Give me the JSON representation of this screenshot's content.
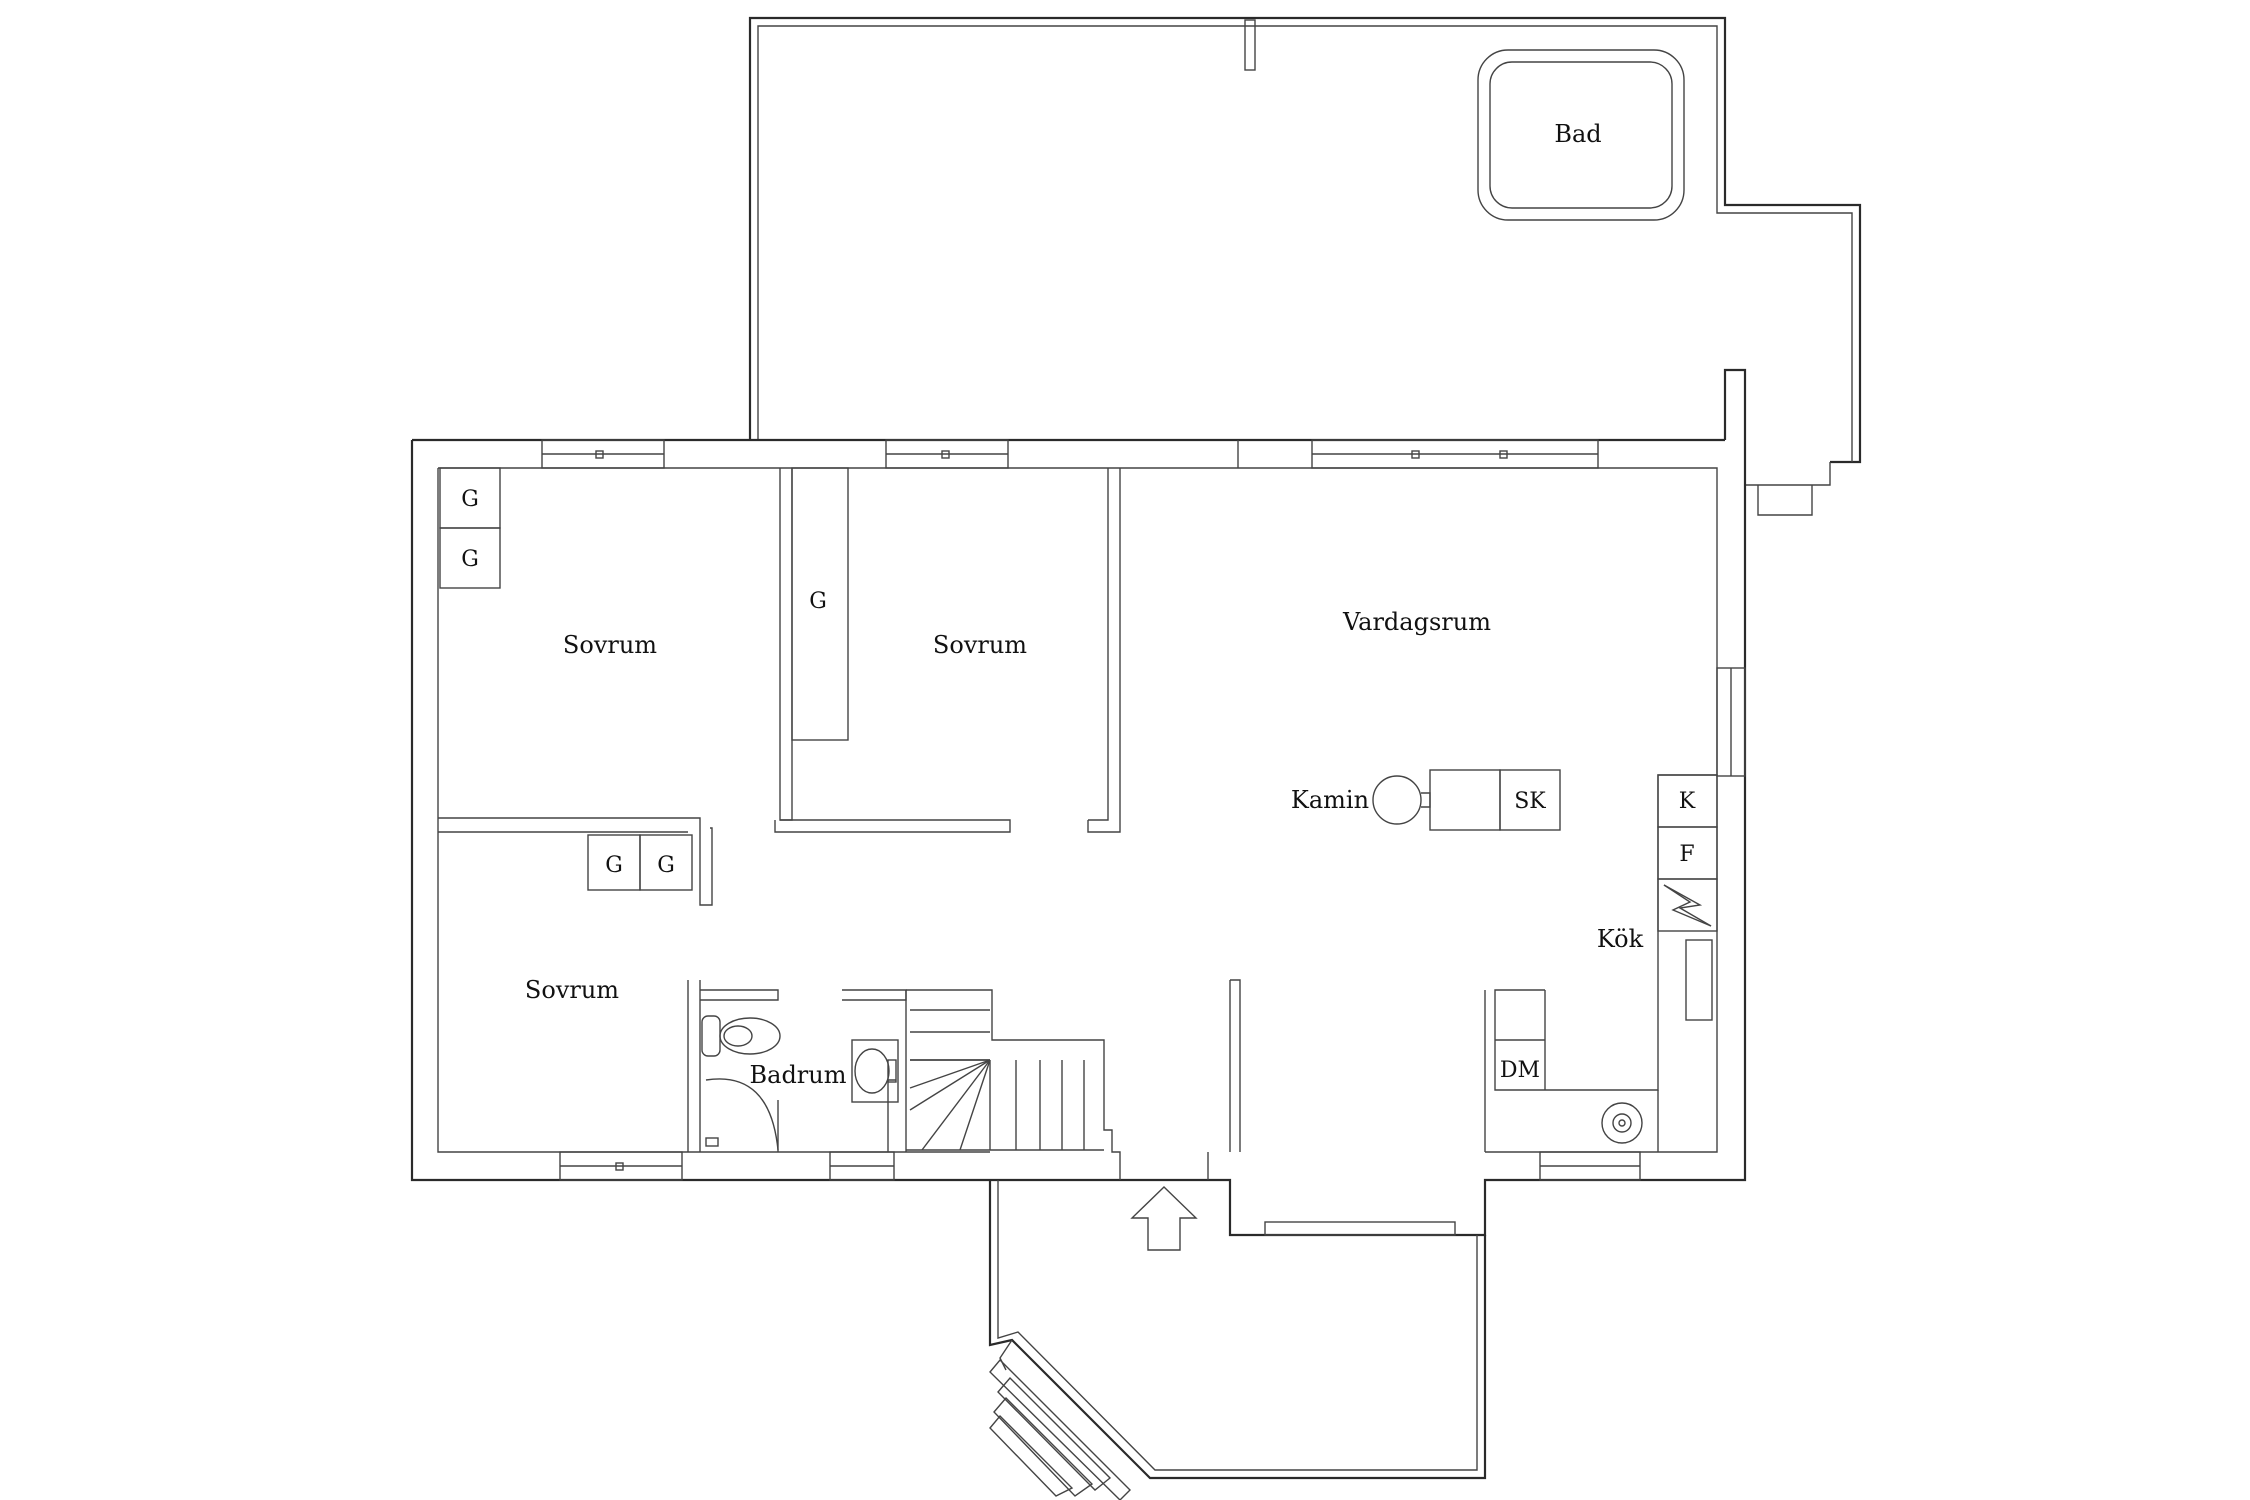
{
  "labels": {
    "bad": "Bad",
    "sovrum_1": "Sovrum",
    "sovrum_2": "Sovrum",
    "sovrum_3": "Sovrum",
    "vardagsrum": "Vardagsrum",
    "kamin": "Kamin",
    "sk": "SK",
    "k": "K",
    "f": "F",
    "kok": "Kök",
    "dm": "DM",
    "badrum": "Badrum",
    "g": "G"
  },
  "colors": {
    "line": "#2a2a2a",
    "background": "#ffffff"
  },
  "icons": {
    "entrance": "arrow-up-icon",
    "stairs": "stairs-icon",
    "toilet": "toilet-icon",
    "sink": "sink-icon",
    "kitchen_sink": "kitchen-sink-icon",
    "stove": "stove-icon",
    "fireplace": "fireplace-icon",
    "hot_tub": "hot-tub-icon"
  }
}
